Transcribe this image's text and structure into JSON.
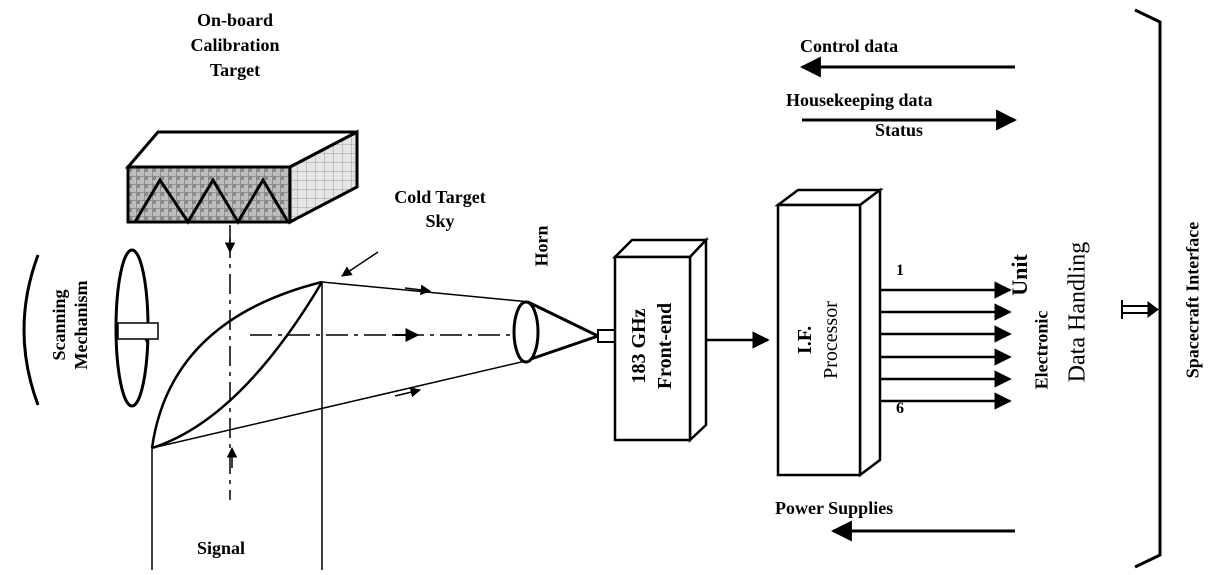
{
  "labels": {
    "calibration_target": [
      "On-board",
      "Calibration",
      "Target"
    ],
    "cold_target": [
      "Cold Target",
      "Sky"
    ],
    "scanning_mechanism": [
      "Scanning",
      "Mechanism"
    ],
    "horn": "Horn",
    "front_end": [
      "183 GHz",
      "Front-end"
    ],
    "if_processor": [
      "I.F.",
      "Processor"
    ],
    "channel_first": "1",
    "channel_last": "6",
    "data_handling_unit": [
      "Data Handling",
      "Electronic",
      "Unit"
    ],
    "spacecraft_interface": "Spacecraft Interface",
    "control_data": "Control data",
    "housekeeping_data": "Housekeeping data",
    "status": "Status",
    "power_supplies": "Power Supplies",
    "signal": "Signal"
  },
  "colors": {
    "line": "#000000",
    "hatch": "#777777",
    "background": "#ffffff"
  }
}
